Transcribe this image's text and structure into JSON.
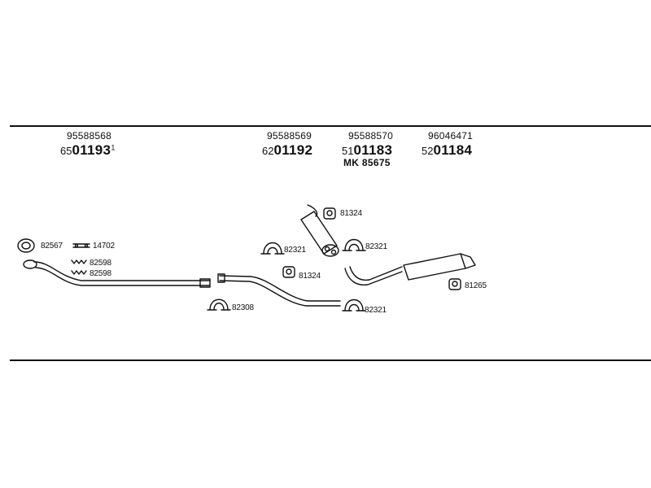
{
  "header_groups": [
    {
      "part_number": "95588568",
      "prefix": "65",
      "code": "01193",
      "suffix": "1"
    },
    {
      "part_number": "95588569",
      "prefix": "62",
      "code": "01192",
      "suffix": ""
    },
    {
      "part_number": "95588570",
      "prefix": "51",
      "code": "01183",
      "suffix": "",
      "kit": "MK 85675"
    },
    {
      "part_number": "96046471",
      "prefix": "52",
      "code": "01184",
      "suffix": ""
    }
  ],
  "part_labels": {
    "ring_front": "82567",
    "gasket_kit": "14702",
    "bolt_a": "82598",
    "bolt_b": "82598",
    "clamp_front": "82308",
    "rubber_top": "81324",
    "clamp_mid_left": "82321",
    "clamp_mid_right": "82321",
    "rubber_mid": "81324",
    "clamp_rear": "82321",
    "rubber_rear": "81265"
  },
  "colors": {
    "ink": "#111111",
    "background": "#ffffff"
  }
}
